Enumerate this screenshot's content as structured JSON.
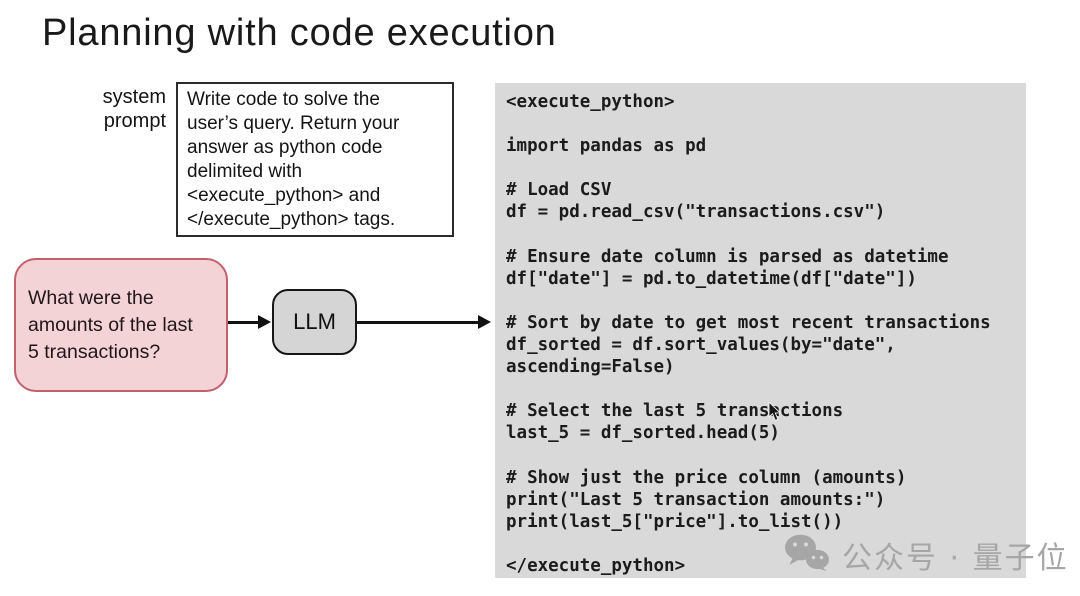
{
  "slide": {
    "title": "Planning with code execution"
  },
  "system_prompt": {
    "label": "system\nprompt",
    "text": "Write code to solve the\nuser’s query. Return your\nanswer as python code\ndelimited with\n<execute_python> and\n</execute_python> tags."
  },
  "user_query": {
    "text": "What were the\namounts of the last\n5 transactions?"
  },
  "llm": {
    "label": "LLM"
  },
  "code": {
    "lines": [
      "<execute_python>",
      "",
      "import pandas as pd",
      "",
      "# Load CSV",
      "df = pd.read_csv(\"transactions.csv\")",
      "",
      "# Ensure date column is parsed as datetime",
      "df[\"date\"] = pd.to_datetime(df[\"date\"])",
      "",
      "# Sort by date to get most recent transactions",
      "df_sorted = df.sort_values(by=\"date\",",
      "ascending=False)",
      "",
      "# Select the last 5 transactions",
      "last_5 = df_sorted.head(5)",
      "",
      "# Show just the price column (amounts)",
      "print(\"Last 5 transaction amounts:\")",
      "print(last_5[\"price\"].to_list())",
      "",
      "</execute_python>"
    ]
  },
  "watermark": {
    "icon": "wechat-icon",
    "text": "公众号 · 量子位"
  },
  "colors": {
    "query_box_fill": "#f4d3d7",
    "query_box_border": "#c2606c",
    "llm_box_fill": "#d5d5d5",
    "code_block_bg": "#d9d9d9",
    "watermark_gray": "#a6a6a6",
    "text_dark": "#191919"
  }
}
